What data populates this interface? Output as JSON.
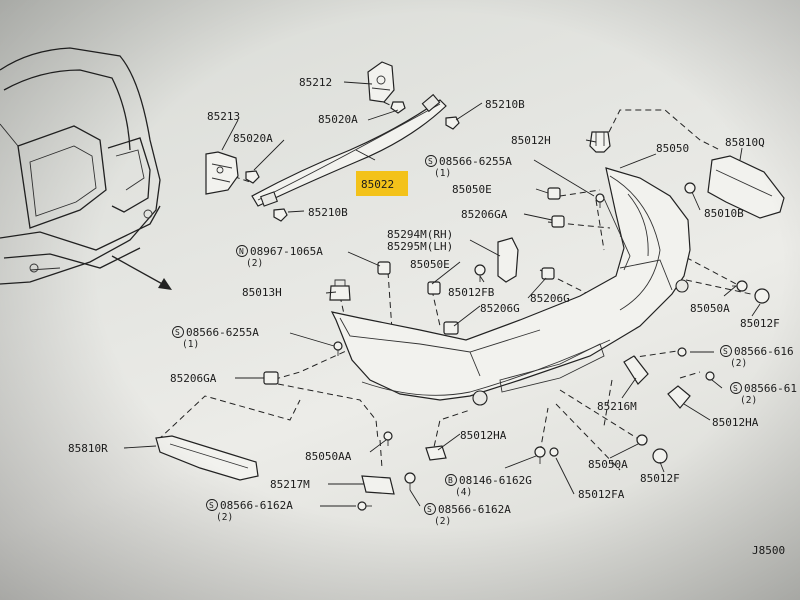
{
  "diagram": {
    "highlight_part": "85022",
    "page_code": "J8500",
    "part_labels": [
      {
        "id": "85212",
        "text": "85212"
      },
      {
        "id": "85210B_top",
        "text": "85210B"
      },
      {
        "id": "85213",
        "text": "85213"
      },
      {
        "id": "85020A_top",
        "text": "85020A"
      },
      {
        "id": "85020A_left",
        "text": "85020A"
      },
      {
        "id": "85022",
        "text": "85022"
      },
      {
        "id": "85210B_bot",
        "text": "85210B"
      },
      {
        "id": "85012H",
        "text": "85012H"
      },
      {
        "id": "85050",
        "text": "85050"
      },
      {
        "id": "85810Q",
        "text": "85810Q"
      },
      {
        "id": "08566-6255A_top",
        "text": "08566-6255A",
        "prefix": "S",
        "qty": "(1)"
      },
      {
        "id": "85050E_top",
        "text": "85050E"
      },
      {
        "id": "85010B",
        "text": "85010B"
      },
      {
        "id": "85206GA_top",
        "text": "85206GA"
      },
      {
        "id": "85294M",
        "text": "85294M(RH)"
      },
      {
        "id": "85295M",
        "text": "85295M(LH)"
      },
      {
        "id": "08967-1065A",
        "text": "08967-1065A",
        "prefix": "N",
        "qty": "(2)"
      },
      {
        "id": "85050E_mid",
        "text": "85050E"
      },
      {
        "id": "85013H",
        "text": "85013H"
      },
      {
        "id": "85012FB",
        "text": "85012FB"
      },
      {
        "id": "85206G_right",
        "text": "85206G"
      },
      {
        "id": "85206G_mid",
        "text": "85206G"
      },
      {
        "id": "85050A_right",
        "text": "85050A"
      },
      {
        "id": "85012F_right",
        "text": "85012F"
      },
      {
        "id": "08566-6255A_left",
        "text": "08566-6255A",
        "prefix": "S",
        "qty": "(1)"
      },
      {
        "id": "08566-616_right",
        "text": "08566-616",
        "prefix": "S",
        "qty": "(2)"
      },
      {
        "id": "08566-61_right",
        "text": "08566-61",
        "prefix": "S",
        "qty": "(2)"
      },
      {
        "id": "85206GA_left",
        "text": "85206GA"
      },
      {
        "id": "85216M",
        "text": "85216M"
      },
      {
        "id": "85012HA_right",
        "text": "85012HA"
      },
      {
        "id": "85810R",
        "text": "85810R"
      },
      {
        "id": "85012HA_mid",
        "text": "85012HA"
      },
      {
        "id": "85050AA",
        "text": "85050AA"
      },
      {
        "id": "85050A_bot",
        "text": "85050A"
      },
      {
        "id": "85012F_bot",
        "text": "85012F"
      },
      {
        "id": "08146-6162G",
        "text": "08146-6162G",
        "prefix": "B",
        "qty": "(4)"
      },
      {
        "id": "85217M",
        "text": "85217M"
      },
      {
        "id": "85012FA",
        "text": "85012FA"
      },
      {
        "id": "08566-6162A_left",
        "text": "08566-6162A",
        "prefix": "S",
        "qty": "(2)"
      },
      {
        "id": "08566-6162A_mid",
        "text": "08566-6162A",
        "prefix": "S",
        "qty": "(2)"
      }
    ]
  }
}
